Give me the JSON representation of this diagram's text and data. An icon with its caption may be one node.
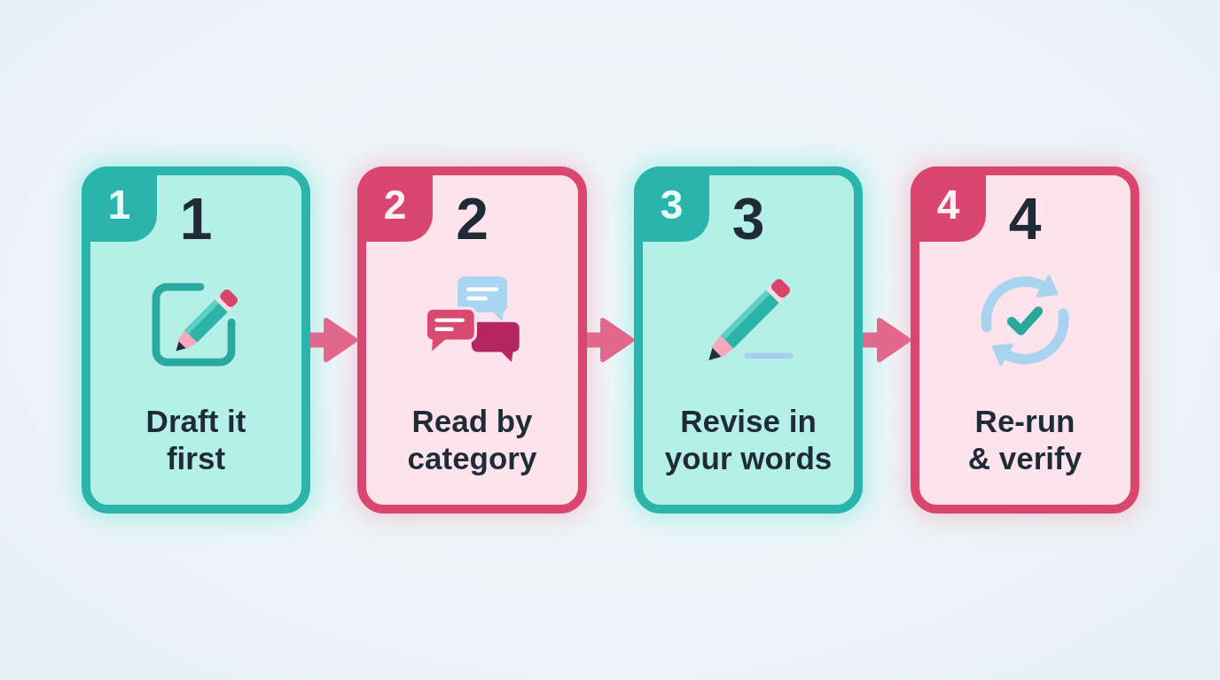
{
  "diagram": {
    "nodes": [
      {
        "text": [
          "1",
          "Draft it first"
        ]
      },
      {
        "text": [
          "1"
        ],
        "in": 0
      },
      {
        "text": [
          "2",
          "Read by category"
        ]
      },
      {
        "text": [
          "2"
        ],
        "in": 2
      },
      {
        "text": [
          "3",
          "Revise in your words"
        ]
      },
      {
        "text": [
          "3"
        ],
        "in": 4
      },
      {
        "text": [
          "4",
          "Re-run & verify"
        ]
      },
      {
        "text": [
          "4"
        ],
        "in": 6
      }
    ],
    "edges": [
      {
        "from": 0,
        "to": 2,
        "arrow": "to"
      },
      {
        "from": 2,
        "to": 4,
        "arrow": "to"
      },
      {
        "from": 4,
        "to": 6,
        "arrow": "to"
      }
    ]
  }
}
